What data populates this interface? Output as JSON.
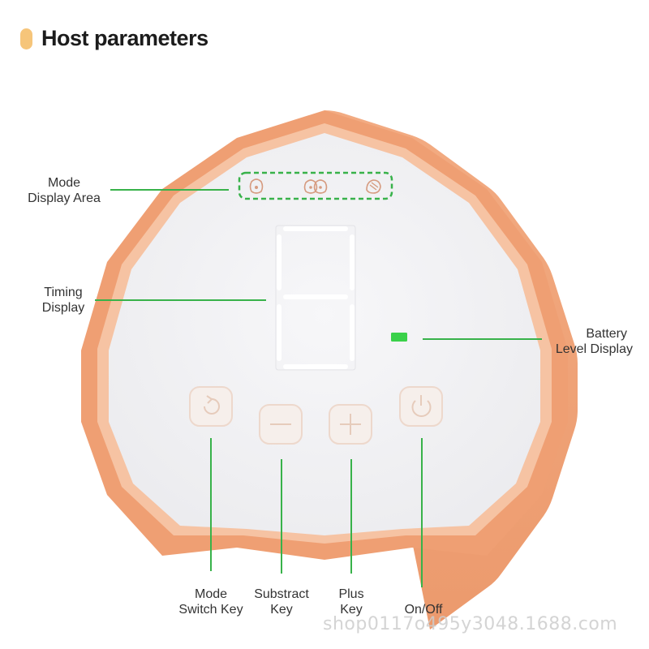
{
  "header": {
    "title": "Host parameters",
    "accent_color": "#f6c57a"
  },
  "device": {
    "shell_color": "#f0a47a",
    "face_color": "#f3f3f5",
    "leader_color": "#38b24a",
    "battery_indicator_color": "#3ad14a",
    "mode_icons": [
      "single-breast-icon",
      "double-breast-icon",
      "massage-hand-icon"
    ],
    "buttons": [
      "mode-switch-icon",
      "minus-icon",
      "plus-icon",
      "power-icon"
    ]
  },
  "labels": {
    "mode_display": {
      "line1": "Mode",
      "line2": "Display Area"
    },
    "timing_display": {
      "line1": "Timing",
      "line2": "Display"
    },
    "battery": {
      "line1": "Battery",
      "line2": "Level Display"
    },
    "mode_switch": {
      "line1": "Mode",
      "line2": "Switch Key"
    },
    "subtract": {
      "line1": "Substract",
      "line2": "Key"
    },
    "plus": {
      "line1": "Plus",
      "line2": "Key"
    },
    "onoff": {
      "line1": "On/Off"
    }
  },
  "watermark": "shop0117o495y3048.1688.com"
}
